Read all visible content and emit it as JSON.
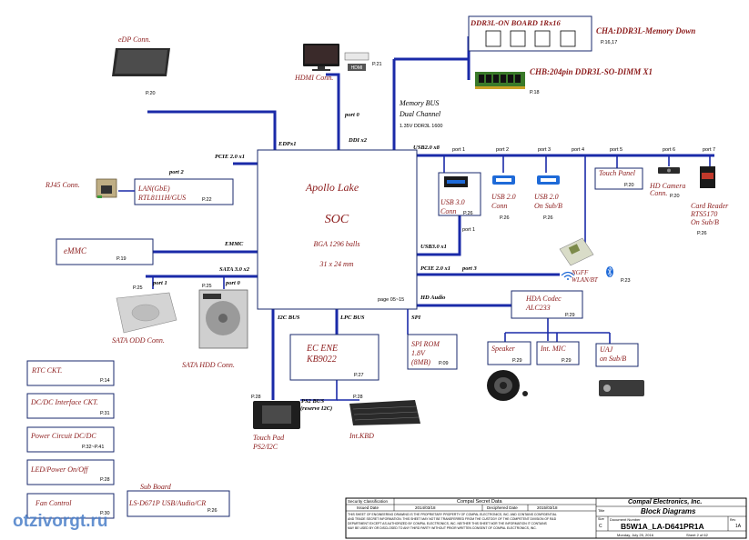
{
  "soc": {
    "line1": "Apollo  Lake",
    "line2": "SOC",
    "line3": "BGA 1296 balls",
    "line4": "31 x 24 mm",
    "page": "page 05~15"
  },
  "top_memory": {
    "onboard_title": "DDR3L-ON BOARD 1Rx16",
    "cha": "CHA:DDR3L-Memory Down",
    "cha_page": "P.16,17",
    "chb": "CHB:204pin DDR3L-SO-DIMM X1",
    "chb_page": "P.18",
    "bus1": "Memory BUS",
    "bus2": "Dual Channel",
    "bus3": "1.35V DDR3L 1600"
  },
  "edp": {
    "label": "eDP Conn.",
    "page": "P.20",
    "bus": "EDPx1"
  },
  "hdmi": {
    "label": "HDMI Conn.",
    "page": "P.21",
    "bus": "DDI x2",
    "port": "port 0",
    "logo": "HDMI"
  },
  "lan": {
    "line1": "LAN(GbE)",
    "line2": "RTL8111H/GUS",
    "page": "P.22",
    "rj45": "RJ45 Conn.",
    "bus": "PCIE 2.0 x1",
    "port": "port 2"
  },
  "emmc": {
    "label": "eMMC",
    "page": "P.19",
    "bus": "EMMC"
  },
  "sata": {
    "bus": "SATA 3.0 x2",
    "port1": "port 1",
    "port0": "port 0",
    "odd_label": "SATA ODD Conn.",
    "odd_page": "P.25",
    "hdd_label": "SATA HDD Conn.",
    "hdd_page": "P.25"
  },
  "left_boxes": [
    {
      "label": "RTC CKT.",
      "page": "P.14"
    },
    {
      "label": "DC/DC Interface CKT.",
      "page": "P.31"
    },
    {
      "label": "Power Circuit DC/DC",
      "page": "P.32~P.41"
    },
    {
      "label": "LED/Power On/Off",
      "page": "P.28"
    },
    {
      "label": "Fan Control",
      "page": "P.30"
    }
  ],
  "sub_board": {
    "title": "Sub Board",
    "label": "LS-D671P  USB/Audio/CR",
    "page": "P.26"
  },
  "ec": {
    "line1": "EC ENE",
    "line2": "KB9022",
    "page": "P.27",
    "i2c_bus": "I2C BUS",
    "lpc_bus": "LPC BUS",
    "ps2_bus": "PS2 BUS",
    "ps2_note": "(reserve I2C)"
  },
  "touchpad": {
    "line1": "Touch Pad",
    "line2": "PS2/I2C",
    "page": "P.28"
  },
  "kbd": {
    "label": "Int.KBD",
    "page": "P.28"
  },
  "spi": {
    "bus": "SPI",
    "line1": "SPI ROM",
    "line2": "1.8V",
    "line3": "(8MB)",
    "page": "P.09"
  },
  "usb": {
    "bus": "USB2.0 x8",
    "ports": [
      "port 1",
      "port 2",
      "port 3",
      "port 4",
      "port 5",
      "port 6",
      "port 7"
    ],
    "usb3_bus": "USB3.0 x1",
    "usb3_port": "port 1",
    "usb30": {
      "line1": "USB 3.0",
      "line2": "Conn",
      "page": "P.26"
    },
    "usb20a": {
      "line1": "USB 2.0",
      "line2": "Conn",
      "page": "P.26"
    },
    "usb20b": {
      "line1": "USB 2.0",
      "line2": "On Sub/B",
      "page": "P.26"
    },
    "touch_panel": {
      "label": "Touch Panel",
      "page": "P.20"
    },
    "camera": {
      "line1": "HD Camera",
      "line2": "Conn.",
      "page": "P.20"
    },
    "card_reader": {
      "line1": "Card Reader",
      "line2": "RTS5170",
      "line3": "On Sub/B",
      "page": "P.26"
    }
  },
  "ngff": {
    "line1": "NGFF",
    "line2": "WLAN/BT",
    "page": "P.23",
    "bus": "PCIE 2.0 x1",
    "port": "port 3"
  },
  "audio": {
    "bus": "HD Audio",
    "codec1": "HDA Codec",
    "codec2": "ALC233",
    "codec_page": "P.29",
    "speaker": "Speaker",
    "speaker_page": "P.29",
    "mic": "Int. MIC",
    "mic_page": "P.29",
    "uaj1": "UAJ",
    "uaj2": "on Sub/B"
  },
  "title_block": {
    "security": "Security Classification",
    "secret": "Compal Secret Data",
    "issued": "Issued Date",
    "issued_val": "2014/03/18",
    "deciphered": "Deciphered Date",
    "deciphered_val": "2015/03/18",
    "company": "Compal Electronics, Inc.",
    "title_lbl": "Title",
    "title": "Block Diagrams",
    "docnum_lbl": "Document Number",
    "docnum": "B5W1A_LA-D641PR1A",
    "rev_lbl": "Rev",
    "rev": "1A",
    "size_lbl": "Size",
    "size": "C",
    "date": "Monday, July 25, 2016",
    "sheet": "Sheet   2   of   62",
    "notice": "THIS SHEET OF ENGINEERING DRAWING IS THE PROPRIETARY PROPERTY OF COMPAL ELECTRONICS, INC. AND CONTAINS CONFIDENTIAL AND TRADE SECRET INFORMATION. THIS SHEET MAY NOT BE TRANSFERRED FROM THE CUSTODY OF THE COMPETENT DIVISION OF R&D DEPARTMENT EXCEPT AS AUTHORIZED BY COMPAL ELECTRONICS, INC. NEITHER THIS SHEET NOR THE INFORMATION IT CONTAINS MAY BE USED BY OR DISCLOSED TO ANY THIRD PARTY WITHOUT PRIOR WRITTEN CONSENT OF COMPAL ELECTRONICS, INC."
  },
  "watermark": "otzivorgt.ru"
}
